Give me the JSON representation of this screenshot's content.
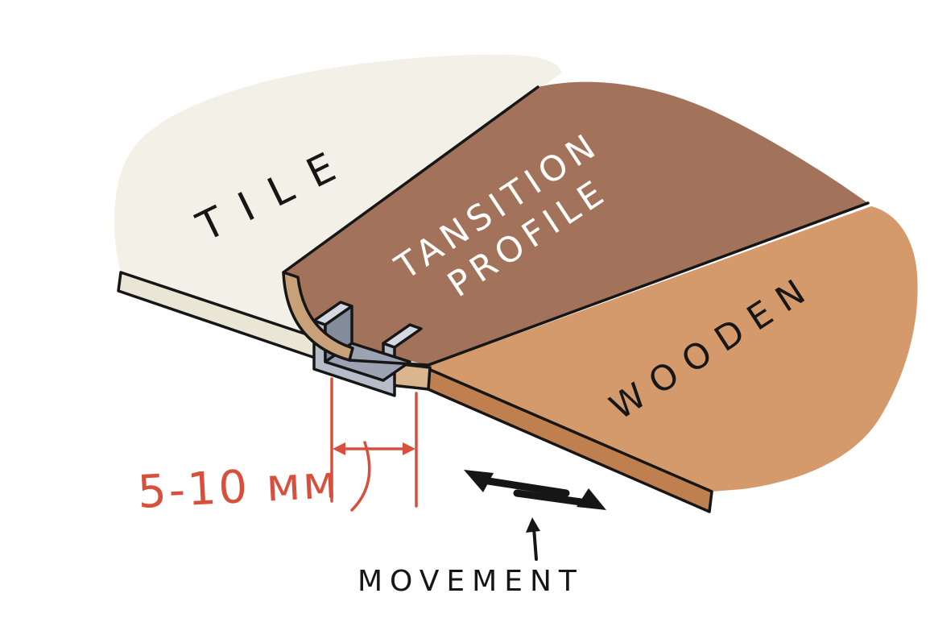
{
  "colors": {
    "background": "#ffffff",
    "ink": "#161616",
    "tile": "#f3f1e7",
    "tile_edge": "#eae6d6",
    "profile": "#a2735a",
    "profile_end": "#c9a178",
    "wood": "#d59a6c",
    "wood_edge": "#c07f4e",
    "underlay": "#dab68e",
    "metal_light": "#d4d8e1",
    "metal_mid": "#b6bcc8",
    "metal_floor": "#9ba3b2",
    "metal_dark": "#848c9c",
    "annotation": "#d8503c",
    "label_light": "#ffffff"
  },
  "labels": {
    "tile": "TILE",
    "profile_line1": "TANSITION",
    "profile_line2": "PROFILE",
    "wood": "WOODEN",
    "gap": "5-10 мм",
    "movement": "MOVEMENT"
  }
}
